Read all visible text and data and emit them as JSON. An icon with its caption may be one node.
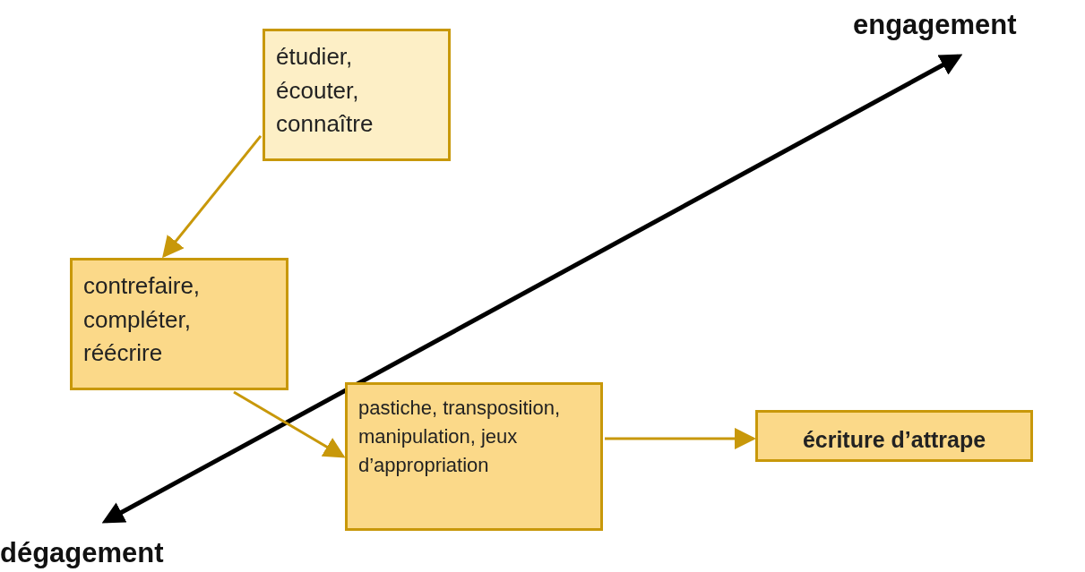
{
  "diagram": {
    "nodes": [
      {
        "text": [
          "étudier, écouter, connaître"
        ]
      },
      {
        "text": [
          "contrefaire, compléter, réécrire"
        ]
      },
      {
        "text": [
          "pastiche, transposition, manipulation, jeux d’appropriation"
        ]
      },
      {
        "text": [
          "écriture d’attrape"
        ]
      }
    ],
    "edges": [
      {
        "from": 0,
        "to": 1,
        "arrow": "to"
      },
      {
        "from": 1,
        "to": 2,
        "arrow": "to"
      },
      {
        "from": 2,
        "to": 3,
        "arrow": "to"
      }
    ],
    "labels": [
      "engagement",
      "dégagement"
    ]
  }
}
